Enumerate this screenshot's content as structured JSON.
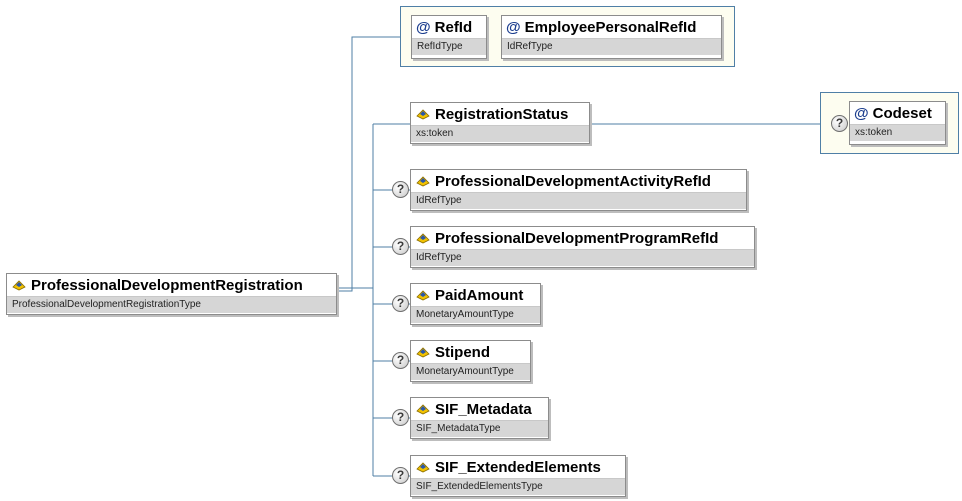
{
  "root": {
    "name": "ProfessionalDevelopmentRegistration",
    "type": "ProfessionalDevelopmentRegistrationType"
  },
  "attributes": [
    {
      "name": "RefId",
      "type": "RefIdType"
    },
    {
      "name": "EmployeePersonalRefId",
      "type": "IdRefType"
    }
  ],
  "elements": [
    {
      "name": "RegistrationStatus",
      "type": "xs:token",
      "optional": false
    },
    {
      "name": "ProfessionalDevelopmentActivityRefId",
      "type": "IdRefType",
      "optional": true
    },
    {
      "name": "ProfessionalDevelopmentProgramRefId",
      "type": "IdRefType",
      "optional": true
    },
    {
      "name": "PaidAmount",
      "type": "MonetaryAmountType",
      "optional": true
    },
    {
      "name": "Stipend",
      "type": "MonetaryAmountType",
      "optional": true
    },
    {
      "name": "SIF_Metadata",
      "type": "SIF_MetadataType",
      "optional": true
    },
    {
      "name": "SIF_ExtendedElements",
      "type": "SIF_ExtendedElementsType",
      "optional": true
    }
  ],
  "status_attribute": {
    "name": "Codeset",
    "type": "xs:token",
    "optional": true
  },
  "colors": {
    "connector": "#4f7fa6",
    "type_band": "#d6d6d6",
    "attr_bg": "#fdfdf0",
    "node_border": "#8c8c8c"
  }
}
